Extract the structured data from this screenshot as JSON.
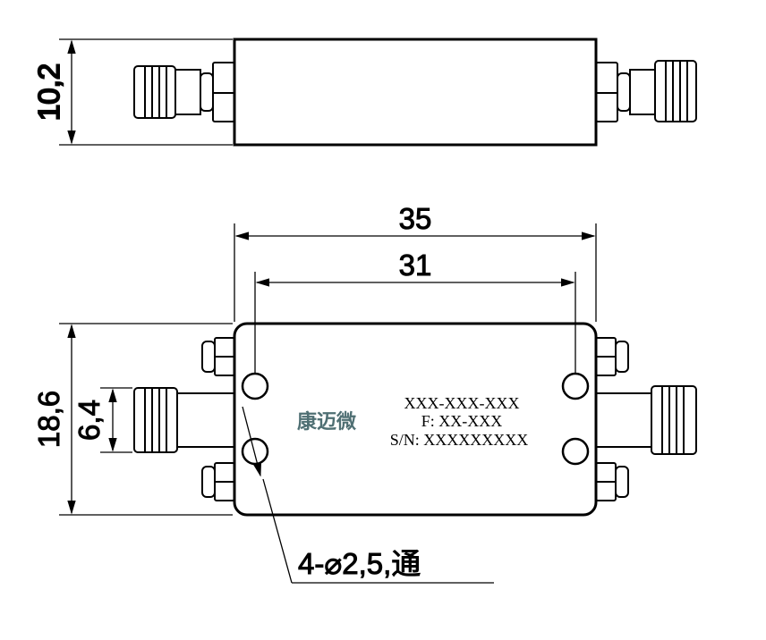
{
  "dimensions": {
    "side_height": "10,2",
    "overall_length": "35",
    "hole_spacing": "31",
    "overall_width": "18,6",
    "connector_spacing": "6,4"
  },
  "label": {
    "brand": "康迈微",
    "model": "XXX-XXX-XXX",
    "frequency": "F: XX-XXX",
    "serial": "S/N: XXXXXXXXX"
  },
  "holes_note": "4-⌀2,5,通"
}
